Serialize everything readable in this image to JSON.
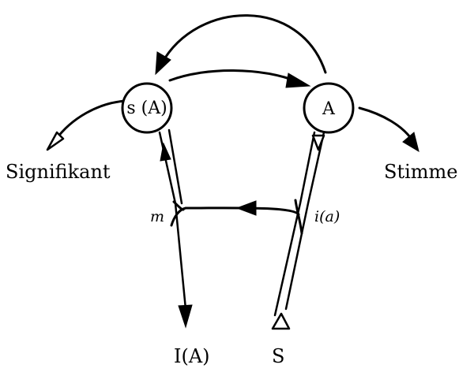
{
  "nodes": {
    "left": "s (A)",
    "right": "A"
  },
  "labels": {
    "signifikant": "Signifikant",
    "stimme": "Stimme",
    "m": "m",
    "i_a": "i(a)",
    "I_A": "I(A)",
    "S": "S"
  }
}
